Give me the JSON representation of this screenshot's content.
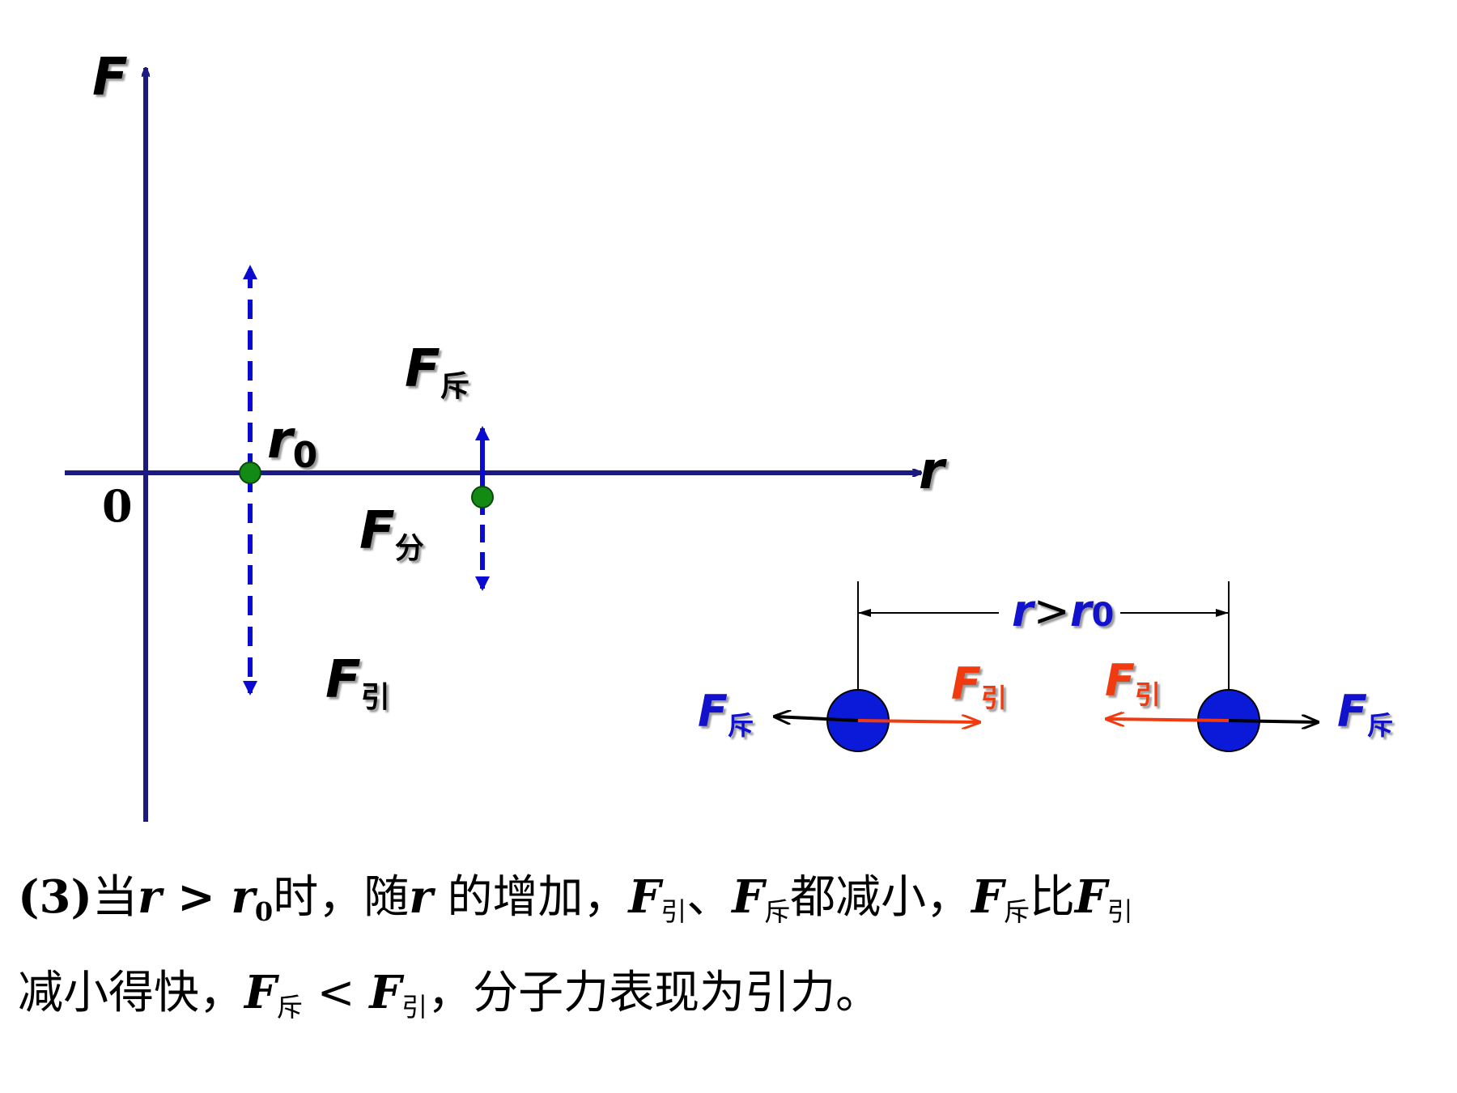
{
  "colors": {
    "axis": "#1a1a80",
    "dashed_arrow": "#0a0ad0",
    "dot_green": "#138a13",
    "molecule": "#0a1ad8",
    "attract_arrow": "#f03b10",
    "label_blue": "#1212cc",
    "label_red": "#f03b10"
  },
  "icons": {
    "attraction_arrow": "red-arrow-icon",
    "repulsion_arrow": "black-arrow-icon",
    "molecule": "blue-circle-icon"
  },
  "axes": {
    "y_label": "F",
    "x_label": "r",
    "origin_label": "0"
  },
  "graph_labels": {
    "r0": {
      "main": "r",
      "sub": "0"
    },
    "f_repulsion": {
      "main": "F",
      "sub": "斥"
    },
    "f_molecular": {
      "main": "F",
      "sub": "分"
    },
    "f_attraction": {
      "main": "F",
      "sub": "引"
    }
  },
  "molecule_diagram": {
    "distance_label": {
      "r": "r",
      "gt": ">",
      "r0_main": "r",
      "r0_sub": "0"
    },
    "left_repulsion": {
      "main": "F",
      "sub": "斥"
    },
    "left_attraction": {
      "main": "F",
      "sub": "引"
    },
    "right_attraction": {
      "main": "F",
      "sub": "引"
    },
    "right_repulsion": {
      "main": "F",
      "sub": "斥"
    }
  },
  "caption": {
    "line1": [
      {
        "t": "(3)",
        "s": "b"
      },
      {
        "t": "当",
        "s": ""
      },
      {
        "t": "r",
        "s": "m"
      },
      {
        "t": " > ",
        "s": "b"
      },
      {
        "t": "r",
        "s": "m"
      },
      {
        "t": "0",
        "s": "bs"
      },
      {
        "t": "时，随",
        "s": ""
      },
      {
        "t": "r",
        "s": "m"
      },
      {
        "t": " 的增加，",
        "s": ""
      },
      {
        "t": "F",
        "s": "m"
      },
      {
        "t": "引",
        "s": "s"
      },
      {
        "t": "、",
        "s": ""
      },
      {
        "t": "F",
        "s": "m"
      },
      {
        "t": "斥",
        "s": "s"
      },
      {
        "t": "都减小，",
        "s": ""
      },
      {
        "t": "F",
        "s": "m"
      },
      {
        "t": "斥",
        "s": "s"
      },
      {
        "t": "比",
        "s": ""
      },
      {
        "t": "F",
        "s": "m"
      },
      {
        "t": "引",
        "s": "s"
      }
    ],
    "line2": [
      {
        "t": "减小得快，",
        "s": ""
      },
      {
        "t": "F",
        "s": "m"
      },
      {
        "t": "斥",
        "s": "s"
      },
      {
        "t": " < ",
        "s": ""
      },
      {
        "t": "F",
        "s": "m"
      },
      {
        "t": "引",
        "s": "s"
      },
      {
        "t": "，分子力表现为引力。",
        "s": ""
      }
    ]
  }
}
